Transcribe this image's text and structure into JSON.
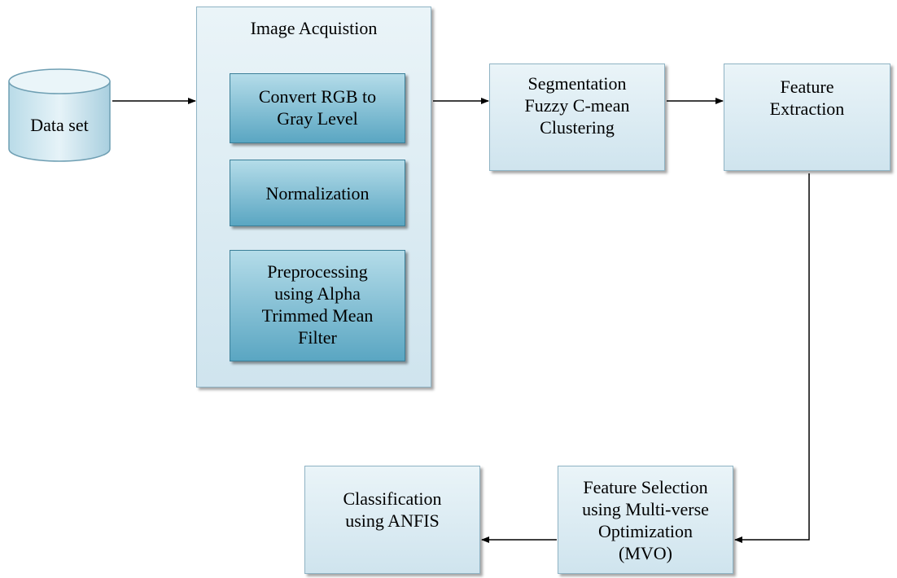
{
  "nodes": {
    "dataset": "Data set",
    "acquisition": "Image Acquistion",
    "rgb_gray": "Convert RGB to\nGray Level",
    "normalization": "Normalization",
    "preprocessing": "Preprocessing\nusing Alpha\nTrimmed Mean\nFilter",
    "segmentation": "Segmentation\nFuzzy C-mean\nClustering",
    "feature_extraction": "Feature\nExtraction",
    "feature_selection": "Feature Selection\nusing Multi-verse\nOptimization\n(MVO)",
    "classification": "Classification\nusing ANFIS"
  },
  "edges": [
    {
      "from": "dataset",
      "to": "acquisition"
    },
    {
      "from": "acquisition",
      "to": "segmentation"
    },
    {
      "from": "segmentation",
      "to": "feature_extraction"
    },
    {
      "from": "feature_extraction",
      "to": "feature_selection"
    },
    {
      "from": "feature_selection",
      "to": "classification"
    }
  ]
}
